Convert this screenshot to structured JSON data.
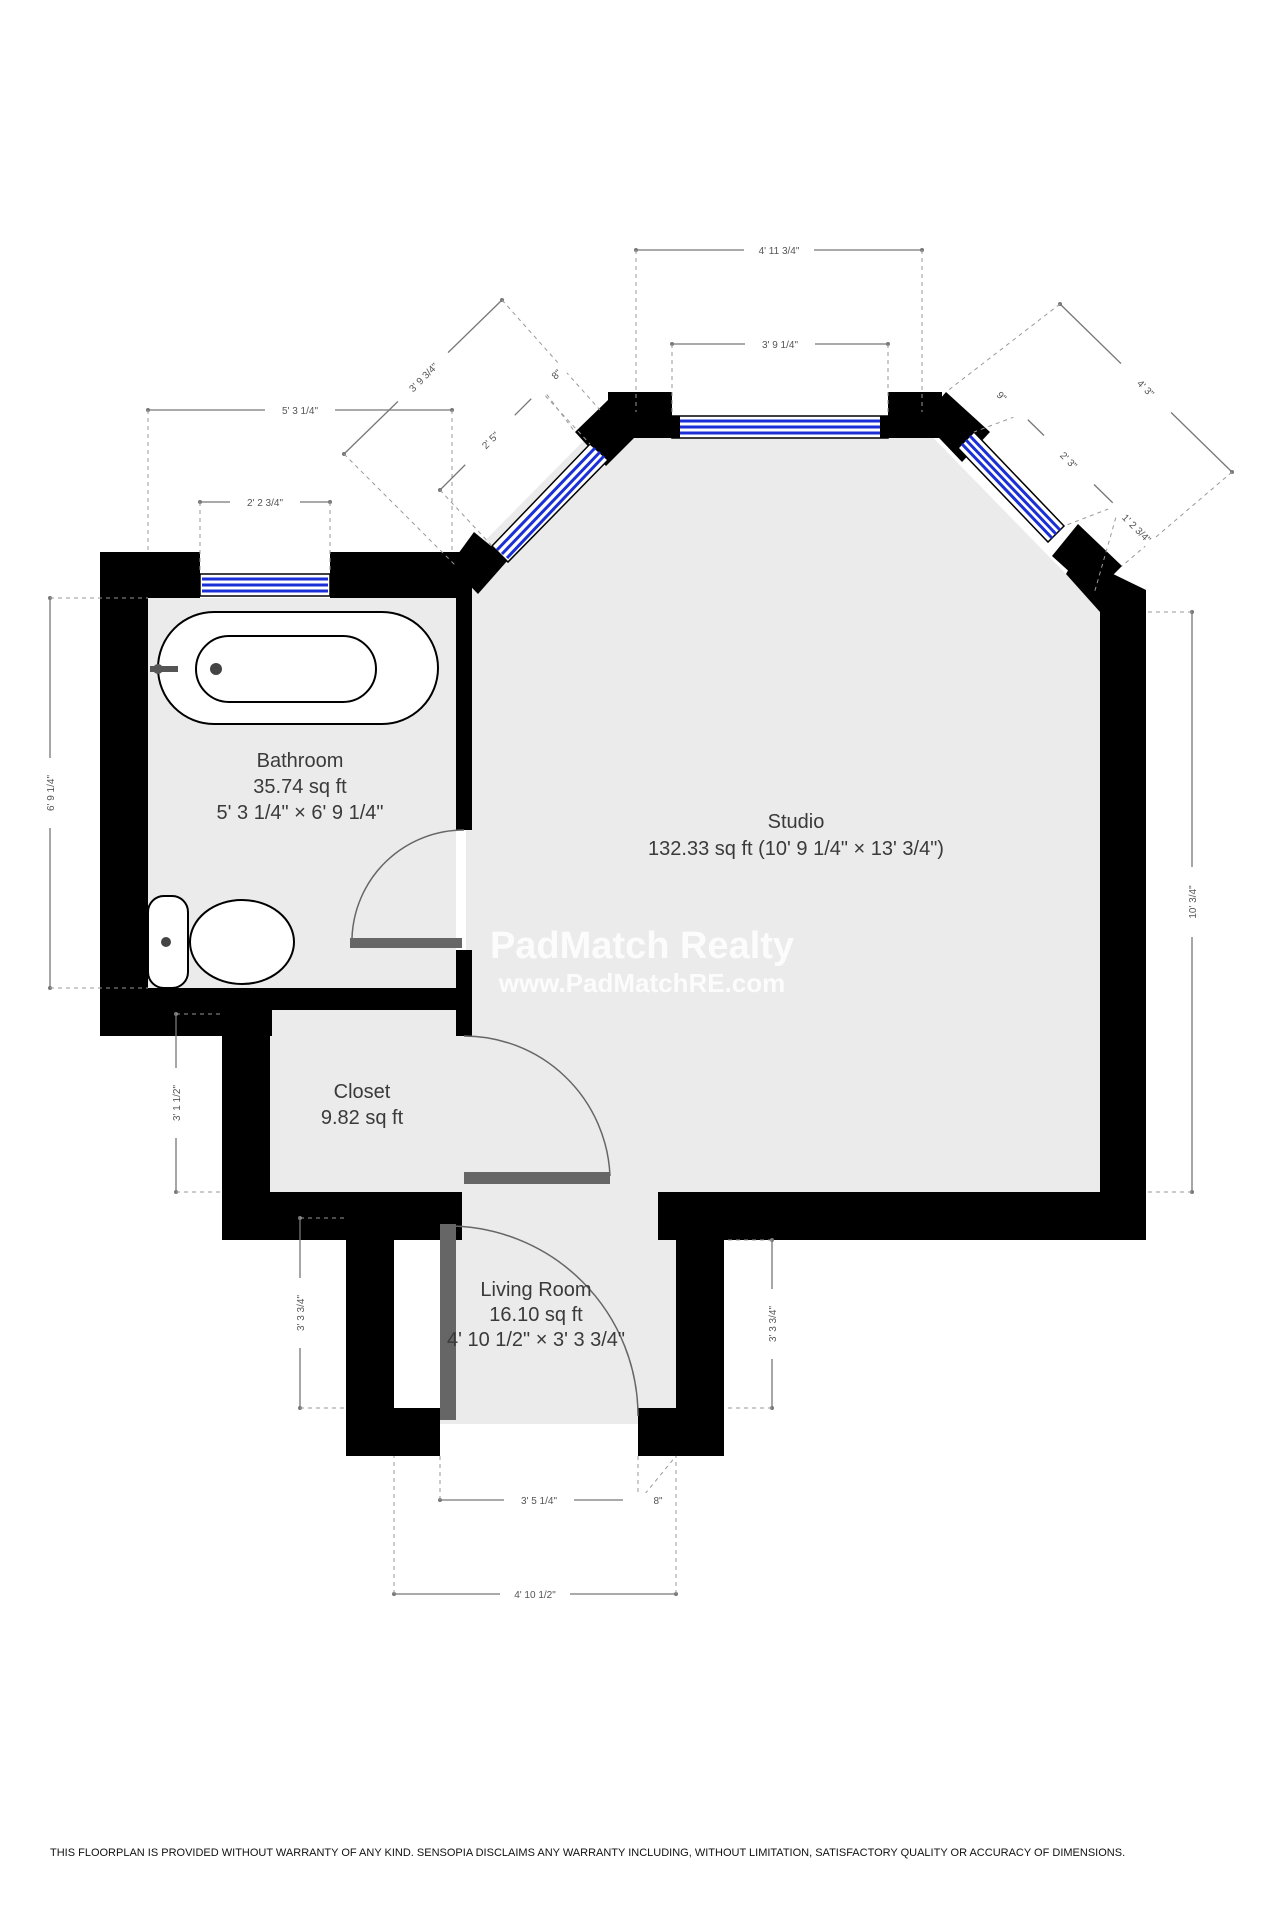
{
  "rooms": {
    "bathroom": {
      "name": "Bathroom",
      "area": "35.74 sq ft",
      "dims": "5' 3 1/4\" × 6' 9 1/4\""
    },
    "studio": {
      "name": "Studio",
      "area_dims": "132.33 sq ft (10' 9 1/4\" × 13' 3/4\")"
    },
    "closet": {
      "name": "Closet",
      "area": "9.82 sq ft"
    },
    "living_room": {
      "name": "Living Room",
      "area": "16.10 sq ft",
      "dims": "4' 10 1/2\" × 3' 3 3/4\""
    }
  },
  "dimensions": {
    "top_width": "4' 11 3/4\"",
    "top_window": "3' 9 1/4\"",
    "left_diag_outer": "3' 9 3/4\"",
    "left_diag_window": "2' 5\"",
    "left_diag_corner": "8\"",
    "right_diag_outer": "4' 3\"",
    "right_diag_window": "2' 3\"",
    "right_diag_corner_top": "9\"",
    "right_diag_corner_bottom": "1' 2 3/4\"",
    "bath_top_width": "5' 3 1/4\"",
    "bath_window": "2' 2 3/4\"",
    "bath_height": "6' 9 1/4\"",
    "studio_right_height": "10' 3/4\"",
    "closet_height": "3' 1 1/2\"",
    "living_left_height": "3' 3 3/4\"",
    "living_right_height": "3' 3 3/4\"",
    "door_width": "3' 5 1/4\"",
    "door_side": "8\"",
    "living_bottom_width": "4' 10 1/2\""
  },
  "watermark": {
    "line1": "PadMatch Realty",
    "line2": "www.PadMatchRE.com"
  },
  "disclaimer": "THIS FLOORPLAN IS PROVIDED WITHOUT WARRANTY OF ANY KIND. SENSOPIA DISCLAIMS ANY WARRANTY INCLUDING, WITHOUT LIMITATION, SATISFACTORY QUALITY OR ACCURACY OF DIMENSIONS.",
  "colors": {
    "wall": "#000000",
    "floor": "#ebebeb",
    "window_glass": "#1a2fd6",
    "door": "#666666"
  }
}
